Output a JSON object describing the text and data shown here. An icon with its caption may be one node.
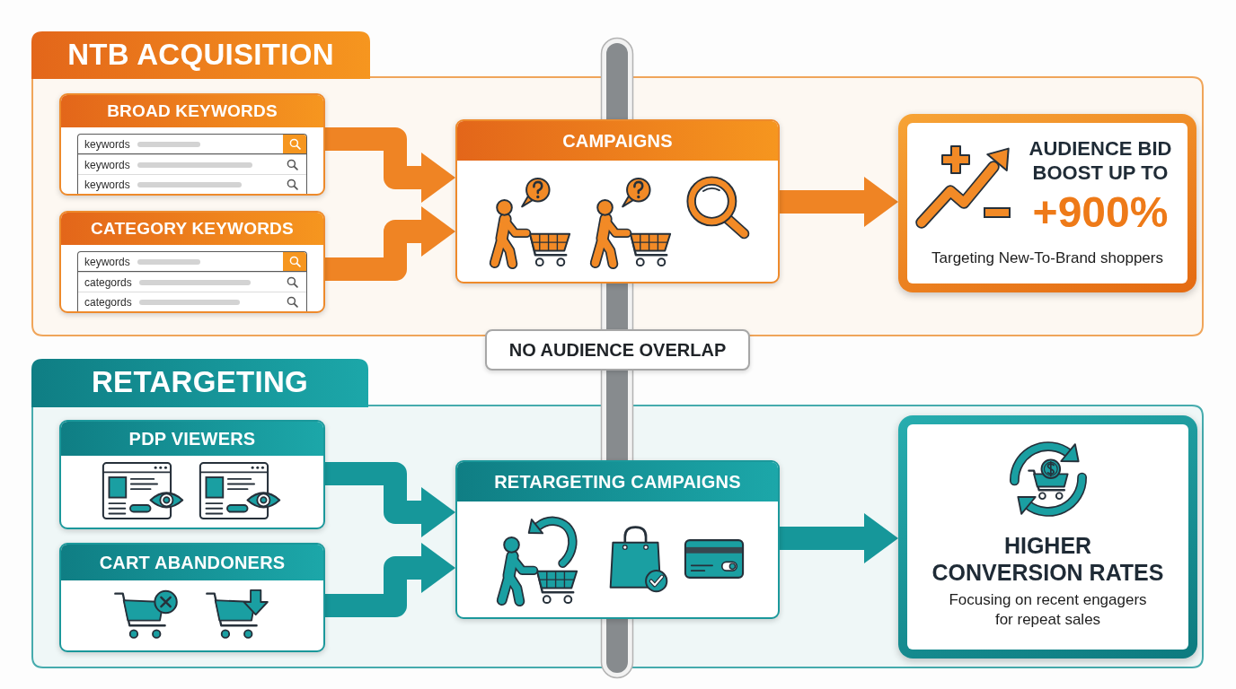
{
  "diagram": {
    "nodes": [
      {
        "text": [
          "NTB ACQUISITION"
        ]
      },
      {
        "text": [
          "BROAD KEYWORDS",
          "keywords",
          "keywords",
          "keywords"
        ],
        "in": 0
      },
      {
        "text": [
          "CATEGORY KEYWORDS",
          "keywords",
          "categords",
          "categords"
        ],
        "in": 0
      },
      {
        "text": [
          "CAMPAIGNS"
        ],
        "in": 0
      },
      {
        "text": [
          "AUDIENCE BID BOOST UP TO",
          "+900%",
          "Targeting New-To-Brand shoppers"
        ],
        "in": 0
      },
      {
        "text": [
          "NO AUDIENCE OVERLAP"
        ]
      },
      {
        "text": [
          "RETARGETING"
        ]
      },
      {
        "text": [
          "PDP VIEWERS"
        ],
        "in": 6
      },
      {
        "text": [
          "CART ABANDONERS"
        ],
        "in": 6
      },
      {
        "text": [
          "RETARGETING CAMPAIGNS"
        ],
        "in": 6
      },
      {
        "text": [
          "HIGHER CONVERSION RATES",
          "Focusing on recent engagers for repeat sales"
        ],
        "in": 6
      }
    ],
    "edges": [
      {
        "from": 1,
        "to": 3,
        "arrow": "to",
        "color": "#ef8424"
      },
      {
        "from": 2,
        "to": 3,
        "arrow": "to",
        "color": "#ef8424"
      },
      {
        "from": 3,
        "to": 4,
        "arrow": "to",
        "color": "#ef8424"
      },
      {
        "from": 7,
        "to": 9,
        "arrow": "to",
        "color": "#16979a"
      },
      {
        "from": 8,
        "to": 9,
        "arrow": "to",
        "color": "#16979a"
      },
      {
        "from": 9,
        "to": 10,
        "arrow": "to",
        "color": "#16979a"
      }
    ]
  }
}
